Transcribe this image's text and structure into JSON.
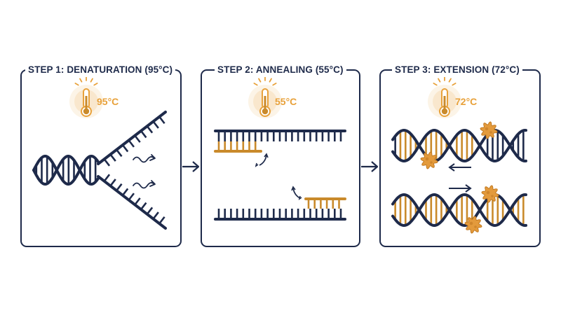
{
  "steps": [
    {
      "title": "STEP 1: DENATURATION (95°C)",
      "temperature": "95°C"
    },
    {
      "title": "STEP 2: ANNEALING (55°C)",
      "temperature": "55°C"
    },
    {
      "title": "STEP 3: EXTENSION (72°C)",
      "temperature": "72°C"
    }
  ],
  "colors": {
    "strand": "#1e2a4a",
    "primer": "#c98a2b",
    "heat": "#e8a13a",
    "polymerase": "#e39a3c"
  }
}
